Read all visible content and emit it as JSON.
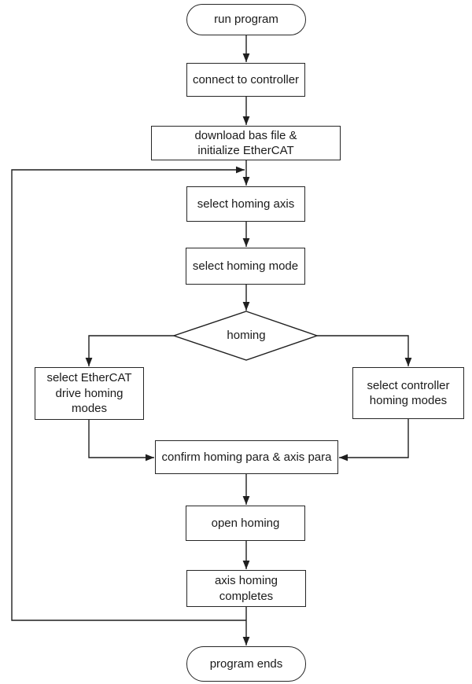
{
  "colors": {
    "line": "#1f1f1f",
    "text": "#1a1a1a",
    "background": "#ffffff"
  },
  "nodes": {
    "run_program": "run program",
    "connect_to_controller": "connect to controller",
    "download_init": "download bas file &\ninitialize EtherCAT",
    "select_homing_axis": "select homing axis",
    "select_homing_mode": "select homing mode",
    "homing_decision": "homing",
    "select_ethercat_drive": "select EtherCAT\ndrive homing\nmodes",
    "select_controller_modes": "select controller\nhoming modes",
    "confirm_para": "confirm homing para & axis para",
    "open_homing": "open homing",
    "axis_homing_completes": "axis homing\ncompletes",
    "program_ends": "program ends"
  }
}
